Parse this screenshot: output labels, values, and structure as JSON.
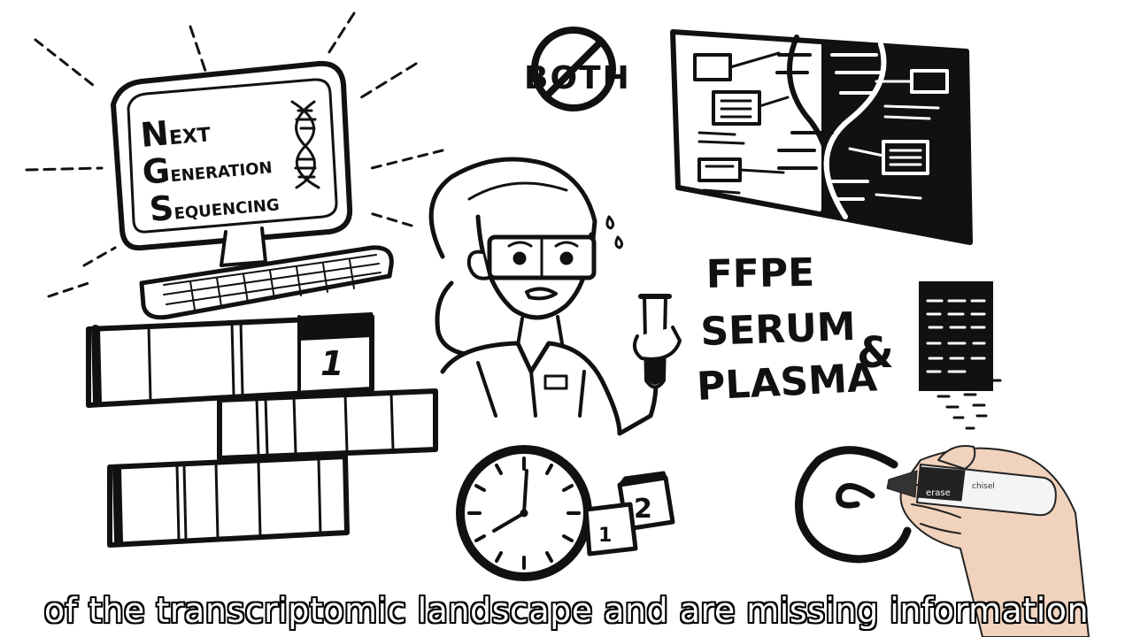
{
  "ngs": {
    "line1_initial": "N",
    "line1_rest": "EXT",
    "line2_initial": "G",
    "line2_rest": "ENERATION",
    "line3_initial": "S",
    "line3_rest": "EQUENCING"
  },
  "both_label": "BOTH",
  "samples": {
    "line1": "FFPE",
    "line2": "SERUM",
    "line3": "PLASMA",
    "ampersand": "&"
  },
  "book_number": "1",
  "calendar": {
    "front": "1",
    "back": "2"
  },
  "marker": {
    "brand": "erase",
    "tip": "chisel"
  },
  "subtitle": "of the transcriptomic landscape and are missing information"
}
